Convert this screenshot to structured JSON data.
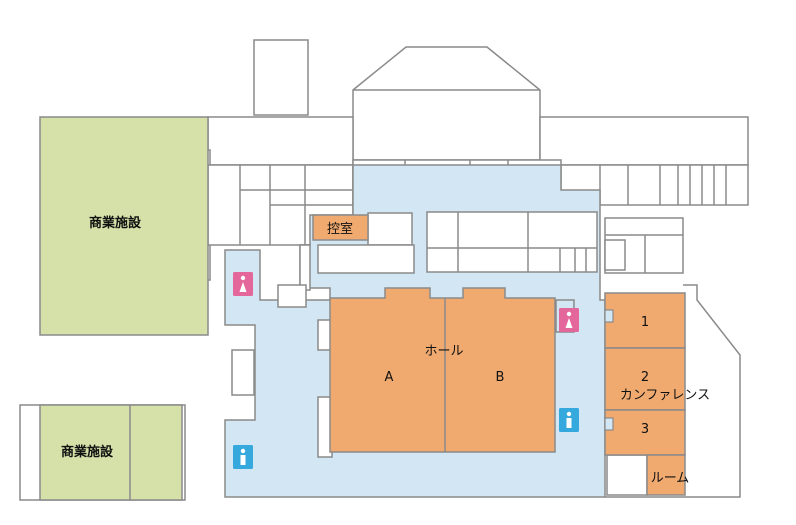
{
  "map": {
    "labels": {
      "commercial_top": "商業施設",
      "commercial_bottom": "商業施設",
      "waiting_room": "控室",
      "hall": "ホール",
      "hall_a": "A",
      "hall_b": "B",
      "conference_1": "1",
      "conference_2": "2",
      "conference": "カンファレンス",
      "conference_3": "3",
      "room": "ルーム"
    },
    "restrooms": [
      {
        "type": "female",
        "icon": "female-restroom-icon"
      },
      {
        "type": "female",
        "icon": "female-restroom-icon"
      },
      {
        "type": "male",
        "icon": "male-restroom-icon"
      },
      {
        "type": "male",
        "icon": "male-restroom-icon"
      }
    ],
    "colors": {
      "commercial": "#d5e1a8",
      "corridor": "#d3e6f4",
      "room": "#f0aa70",
      "female_restroom": "#e4679b",
      "male_restroom": "#35a9de",
      "wall": "#8a8a8a"
    }
  }
}
